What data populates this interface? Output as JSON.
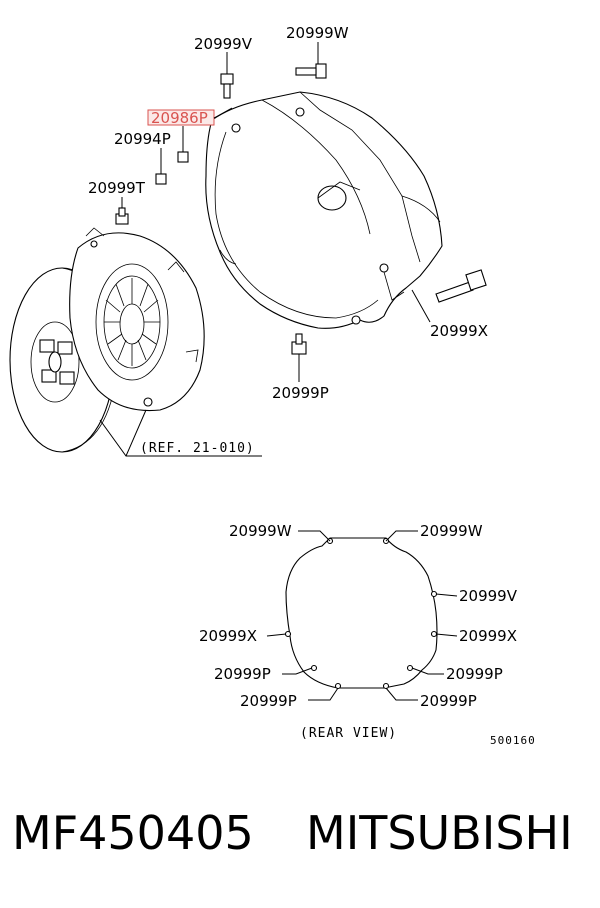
{
  "diagram": {
    "callouts": {
      "top_v": "20999V",
      "top_w": "20999W",
      "highlight_p": "20986P",
      "nut_p": "20994P",
      "bolt_t": "20999T",
      "bolt_x": "20999X",
      "bolt_p": "20999P",
      "ref": "(REF. 21-010)"
    },
    "rear_view": {
      "left_w": "20999W",
      "right_w": "20999W",
      "right_v": "20999V",
      "left_x": "20999X",
      "right_x": "20999X",
      "left_p_upper": "20999P",
      "right_p_upper": "20999P",
      "left_p_lower": "20999P",
      "right_p_lower": "20999P",
      "caption": "(REAR VIEW)"
    },
    "diagram_code": "500160",
    "highlight_color": "#d9534f"
  },
  "footer": {
    "part_number": "MF450405",
    "brand": "MITSUBISHI"
  }
}
